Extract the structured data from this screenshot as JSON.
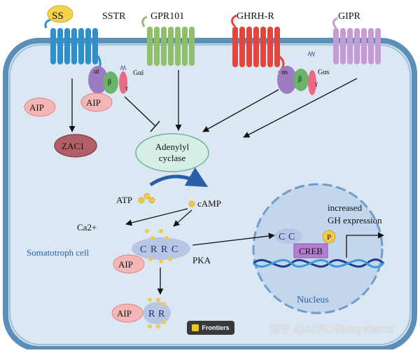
{
  "receptors": {
    "ss": "SS",
    "sstr": "SSTR",
    "gpr101": "GPR101",
    "ghrhr": "GHRH-R",
    "gipr": "GIPR"
  },
  "g_proteins": {
    "alpha_i": "αi",
    "beta_left": "β",
    "gamma_left": "γ",
    "g_alpha_i": "Gαi",
    "alpha_s": "αs",
    "beta_right": "β",
    "gamma_right": "γ",
    "g_alpha_s": "Gαs"
  },
  "labels": {
    "aip_1": "AIP",
    "aip_2": "AIP",
    "aip_3": "AIP",
    "aip_4": "AIP",
    "zac1": "ZAC1",
    "adenylyl_1": "Adenylyl",
    "adenylyl_2": "cyclase",
    "atp": "ATP",
    "camp": "cAMP",
    "ca2": "Ca2+",
    "somatotroph": "Somatotroph cell",
    "pka": "PKA",
    "nucleus": "Nucleus",
    "creb": "CREB",
    "phospho": "P",
    "increased_1": "increased",
    "increased_2": "GH expression"
  },
  "pka_complex": [
    "C",
    "R",
    "R",
    "C"
  ],
  "pka_free_c": [
    "C",
    "C"
  ],
  "pka_rr": [
    "R",
    "R"
  ],
  "badge": "Frontiers",
  "watermark": "知乎 @ACROBiosystems",
  "colors": {
    "sstr_receptor": "#2f8fc8",
    "gpr101_receptor": "#8fbf6a",
    "ghrhr_receptor": "#e0473f",
    "gipr_receptor": "#c59bd6",
    "cell_fill": "#dbe8f3",
    "membrane": "#5b8fb8",
    "aip_fill": "#f4b6b6",
    "creb_fill": "#b37ed1",
    "phospho_fill": "#f2c94c"
  }
}
